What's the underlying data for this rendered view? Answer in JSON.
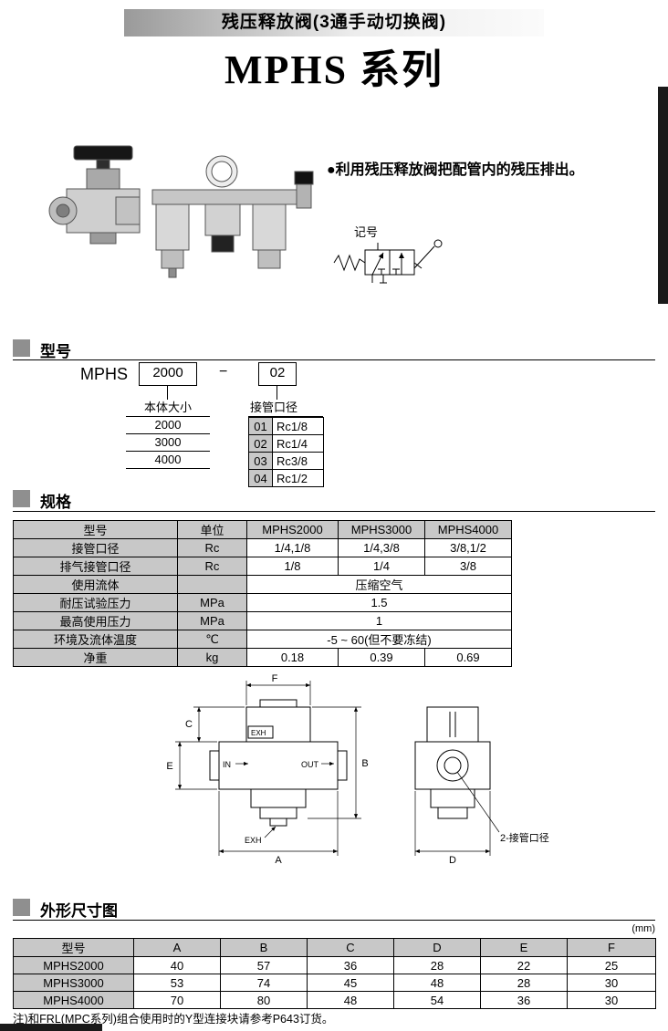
{
  "colors": {
    "table_header_bg": "#c8c8c8",
    "section_marker": "#8f8f8f",
    "tab_black": "#1a1a1a"
  },
  "header": {
    "title": "残压释放阀(3通手动切换阀)",
    "series": "MPHS 系列",
    "bullet": "●利用残压释放阀把配管内的残压排出。",
    "symbol_label": "记号"
  },
  "model_section": {
    "title": "型号",
    "prefix": "MPHS",
    "body_code": "2000",
    "dash": "−",
    "port_code": "02",
    "body_size": {
      "label": "本体大小",
      "options": [
        "2000",
        "3000",
        "4000"
      ]
    },
    "port_size": {
      "label": "接管口径",
      "options": [
        {
          "code": "01",
          "value": "Rc1/8"
        },
        {
          "code": "02",
          "value": "Rc1/4"
        },
        {
          "code": "03",
          "value": "Rc3/8"
        },
        {
          "code": "04",
          "value": "Rc1/2"
        }
      ]
    }
  },
  "spec_section": {
    "title": "规格",
    "headers": [
      "型号",
      "单位",
      "MPHS2000",
      "MPHS3000",
      "MPHS4000"
    ],
    "rows": [
      {
        "label": "接管口径",
        "unit": "Rc",
        "values": [
          "1/4,1/8",
          "1/4,3/8",
          "3/8,1/2"
        ]
      },
      {
        "label": "排气接管口径",
        "unit": "Rc",
        "values": [
          "1/8",
          "1/4",
          "3/8"
        ]
      },
      {
        "label": "使用流体",
        "unit": "",
        "values": [
          "压缩空气"
        ]
      },
      {
        "label": "耐压试验压力",
        "unit": "MPa",
        "values": [
          "1.5"
        ]
      },
      {
        "label": "最高使用压力",
        "unit": "MPa",
        "values": [
          "1"
        ]
      },
      {
        "label": "环境及流体温度",
        "unit": "℃",
        "values": [
          "-5 ~ 60(但不要冻结)"
        ]
      },
      {
        "label": "净重",
        "unit": "kg",
        "values": [
          "0.18",
          "0.39",
          "0.69"
        ]
      }
    ]
  },
  "drawing": {
    "dims": {
      "f": "F",
      "c": "C",
      "e": "E",
      "b": "B",
      "a": "A",
      "d": "D"
    },
    "ports": {
      "in": "IN",
      "out": "OUT",
      "exh_top": "EXH",
      "exh_bottom": "EXH"
    },
    "note": "2-接管口径"
  },
  "dimension_section": {
    "title": "外形尺寸图",
    "unit_note": "(mm)",
    "headers": [
      "型号",
      "A",
      "B",
      "C",
      "D",
      "E",
      "F"
    ],
    "rows": [
      {
        "model": "MPHS2000",
        "values": [
          "40",
          "57",
          "36",
          "28",
          "22",
          "25"
        ]
      },
      {
        "model": "MPHS3000",
        "values": [
          "53",
          "74",
          "45",
          "48",
          "28",
          "30"
        ]
      },
      {
        "model": "MPHS4000",
        "values": [
          "70",
          "80",
          "48",
          "54",
          "36",
          "30"
        ]
      }
    ]
  },
  "footer": {
    "note": "注)和FRL(MPC系列)组合使用时的Y型连接块请参考P643订货。"
  }
}
